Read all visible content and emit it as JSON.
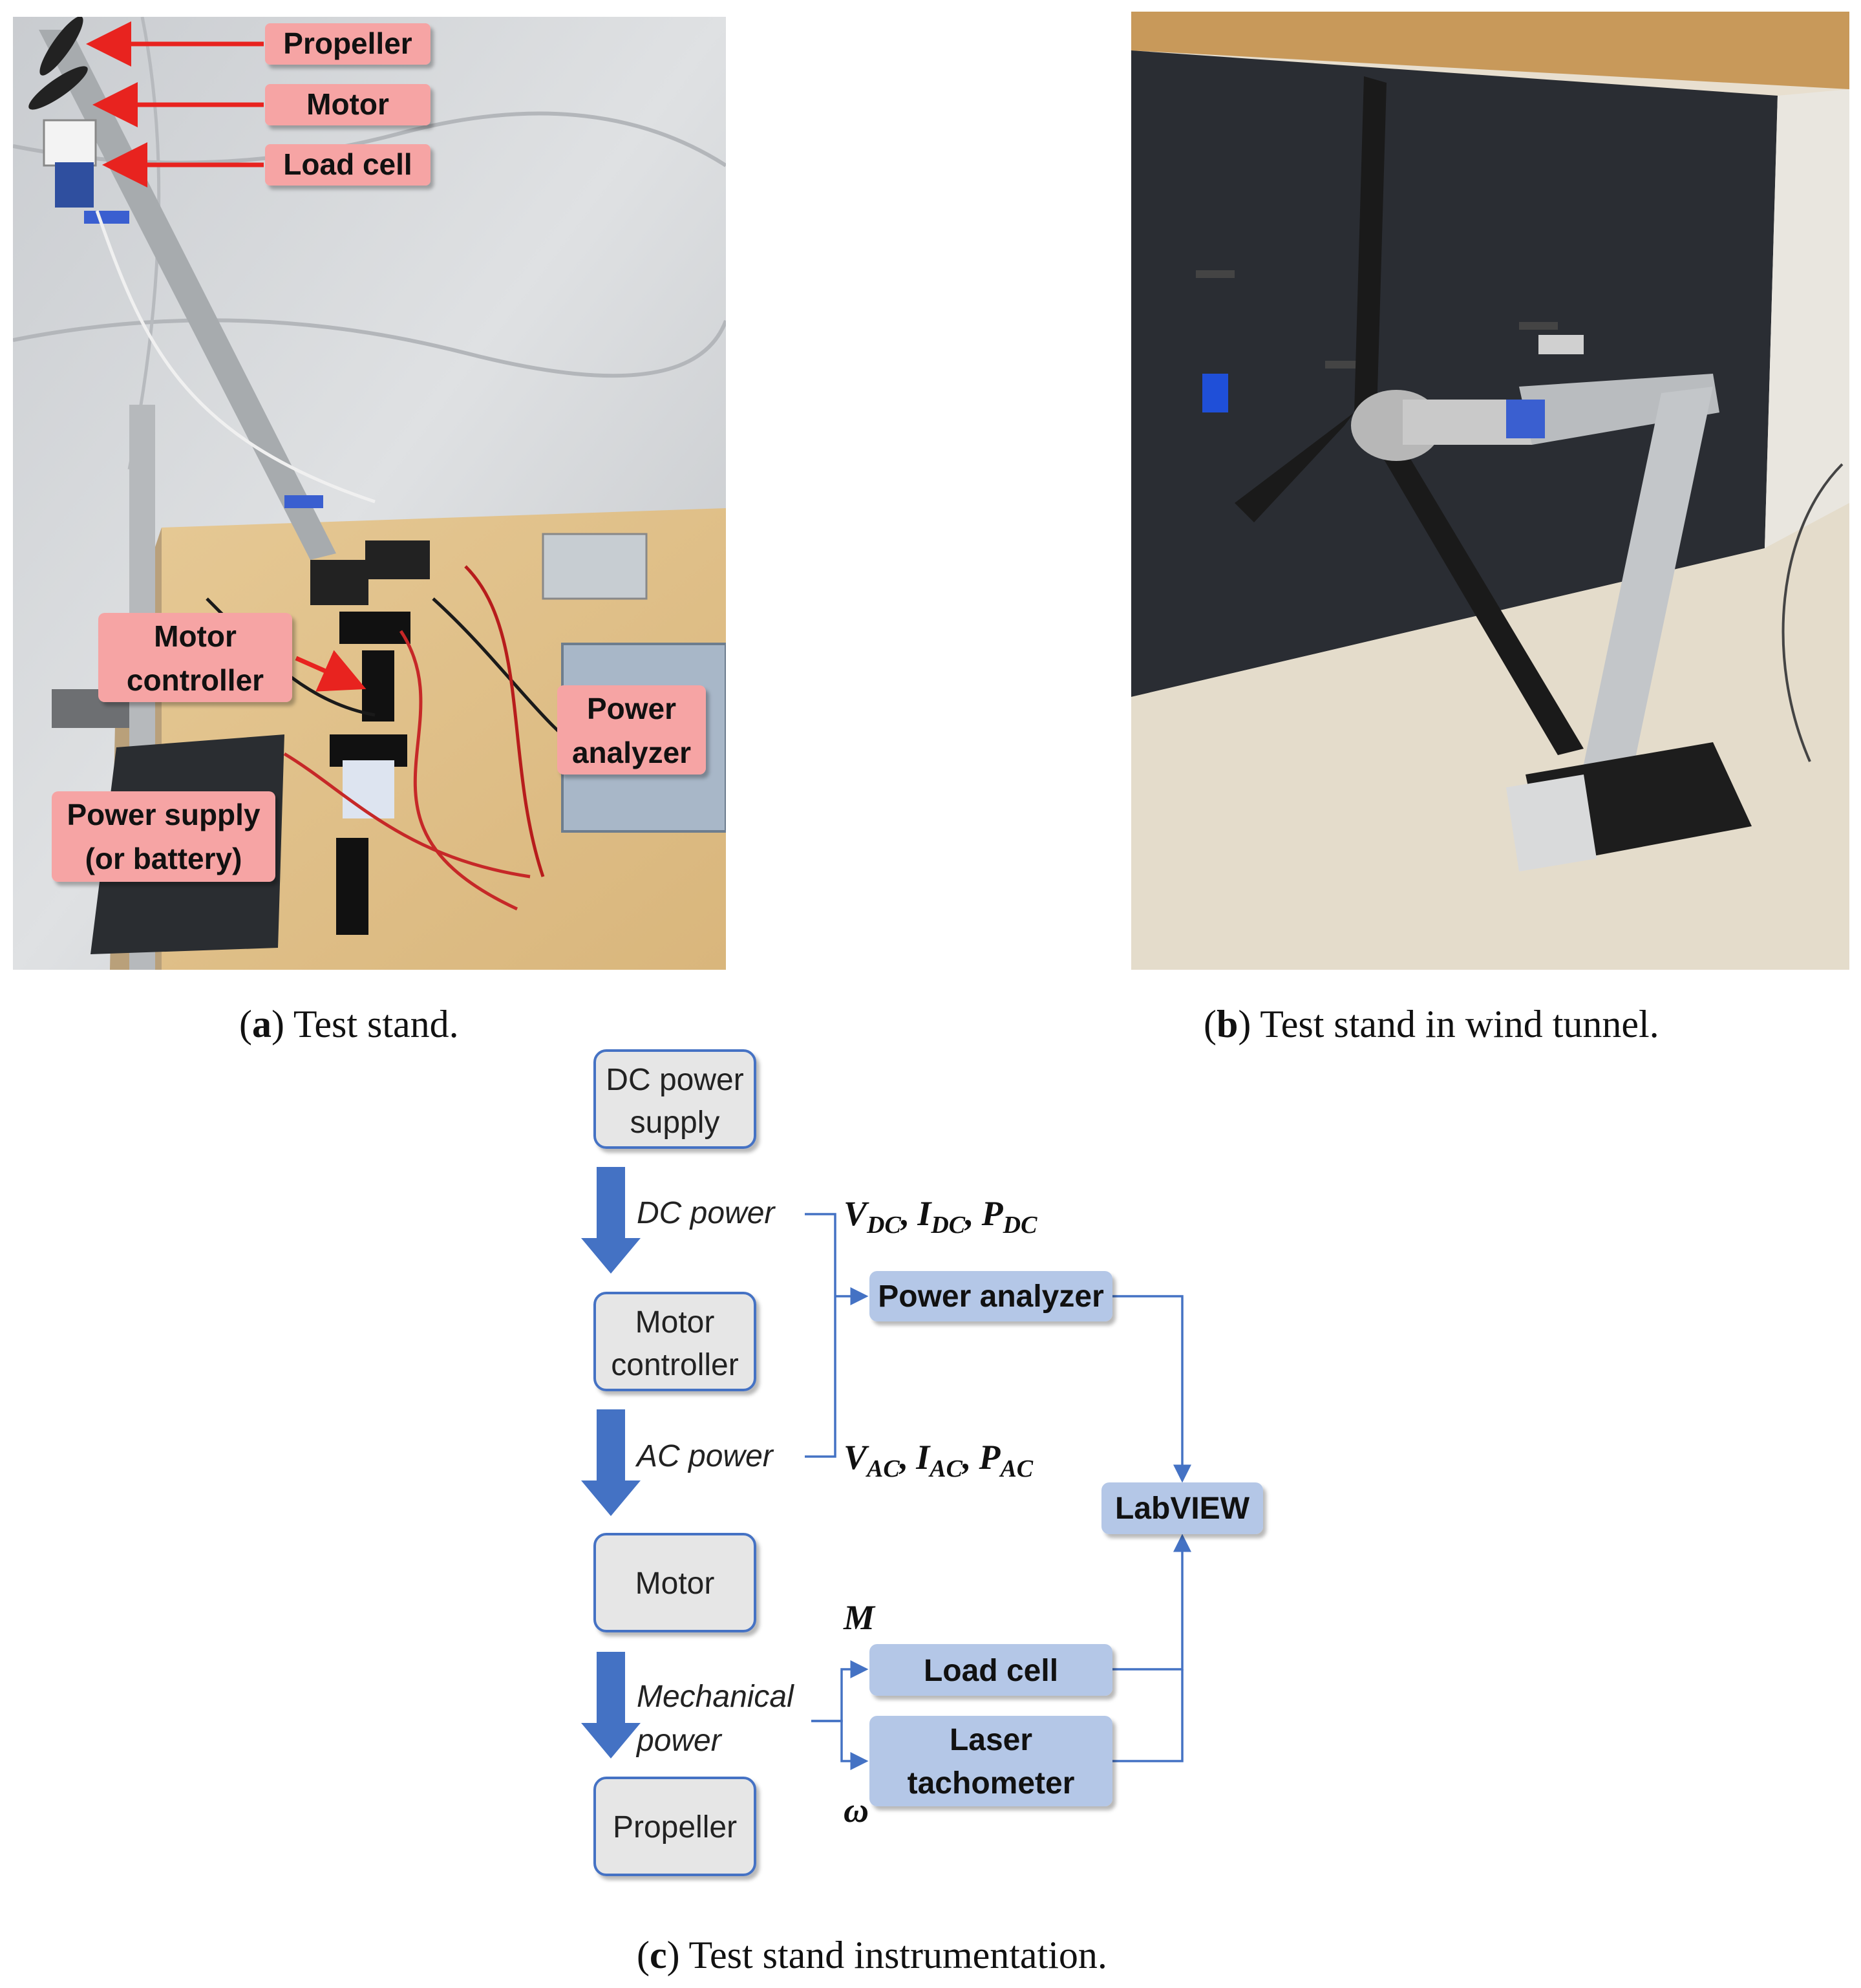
{
  "panel_a": {
    "labels": {
      "propeller": "Propeller",
      "motor": "Motor",
      "load_cell": "Load cell",
      "motor_controller_1": "Motor",
      "motor_controller_2": "controller",
      "power_analyzer_1": "Power",
      "power_analyzer_2": "analyzer",
      "power_supply_1": "Power supply",
      "power_supply_2": "(or battery)"
    },
    "caption_letter": "a",
    "caption_text": " Test stand."
  },
  "panel_b": {
    "caption_letter": "b",
    "caption_text": " Test stand in wind tunnel."
  },
  "panel_c": {
    "boxes": {
      "dc_supply_1": "DC power",
      "dc_supply_2": "supply",
      "motor_controller_1": "Motor",
      "motor_controller_2": "controller",
      "motor": "Motor",
      "propeller": "Propeller",
      "power_analyzer": "Power analyzer",
      "labview": "LabVIEW",
      "load_cell": "Load cell",
      "laser_tach_1": "Laser",
      "laser_tach_2": "tachometer"
    },
    "flows": {
      "dc_power": "DC power",
      "ac_power": "AC power",
      "mechanical_1": "Mechanical",
      "mechanical_2": "power"
    },
    "quantities": {
      "v": "V",
      "i": "I",
      "p": "P",
      "dc_sub": "DC",
      "ac_sub": "AC",
      "sep": ",",
      "m": "M",
      "omega": "ω"
    },
    "caption_letter": "c",
    "caption_text": " Test stand instrumentation."
  },
  "colors": {
    "label_fill": "#f6a4a4",
    "arrow_red": "#e8231f",
    "box_grey": "#e6e6e6",
    "box_border": "#4472c4",
    "box_blue": "#b4c7e7",
    "flow_arrow": "#4472c4"
  }
}
